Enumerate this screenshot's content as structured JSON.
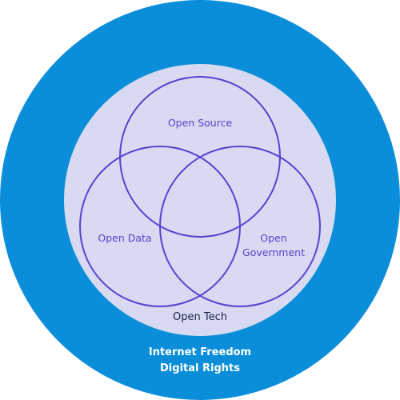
{
  "diagram": {
    "outer_ring": {
      "lines": [
        "Internet Freedom",
        "Digital Rights"
      ]
    },
    "inner_area": {
      "label": "Open Tech"
    },
    "venn": {
      "open_source": "Open Source",
      "open_data": "Open Data",
      "open_government": [
        "Open",
        "Government"
      ]
    }
  },
  "colors": {
    "outer_fill": "#0b8ed9",
    "inner_fill": "#d7daf0",
    "circle_stroke": "#5a3fd0",
    "venn_label": "#5a3fd0",
    "tech_label": "#1e1e46",
    "outer_label": "#ffffff"
  }
}
